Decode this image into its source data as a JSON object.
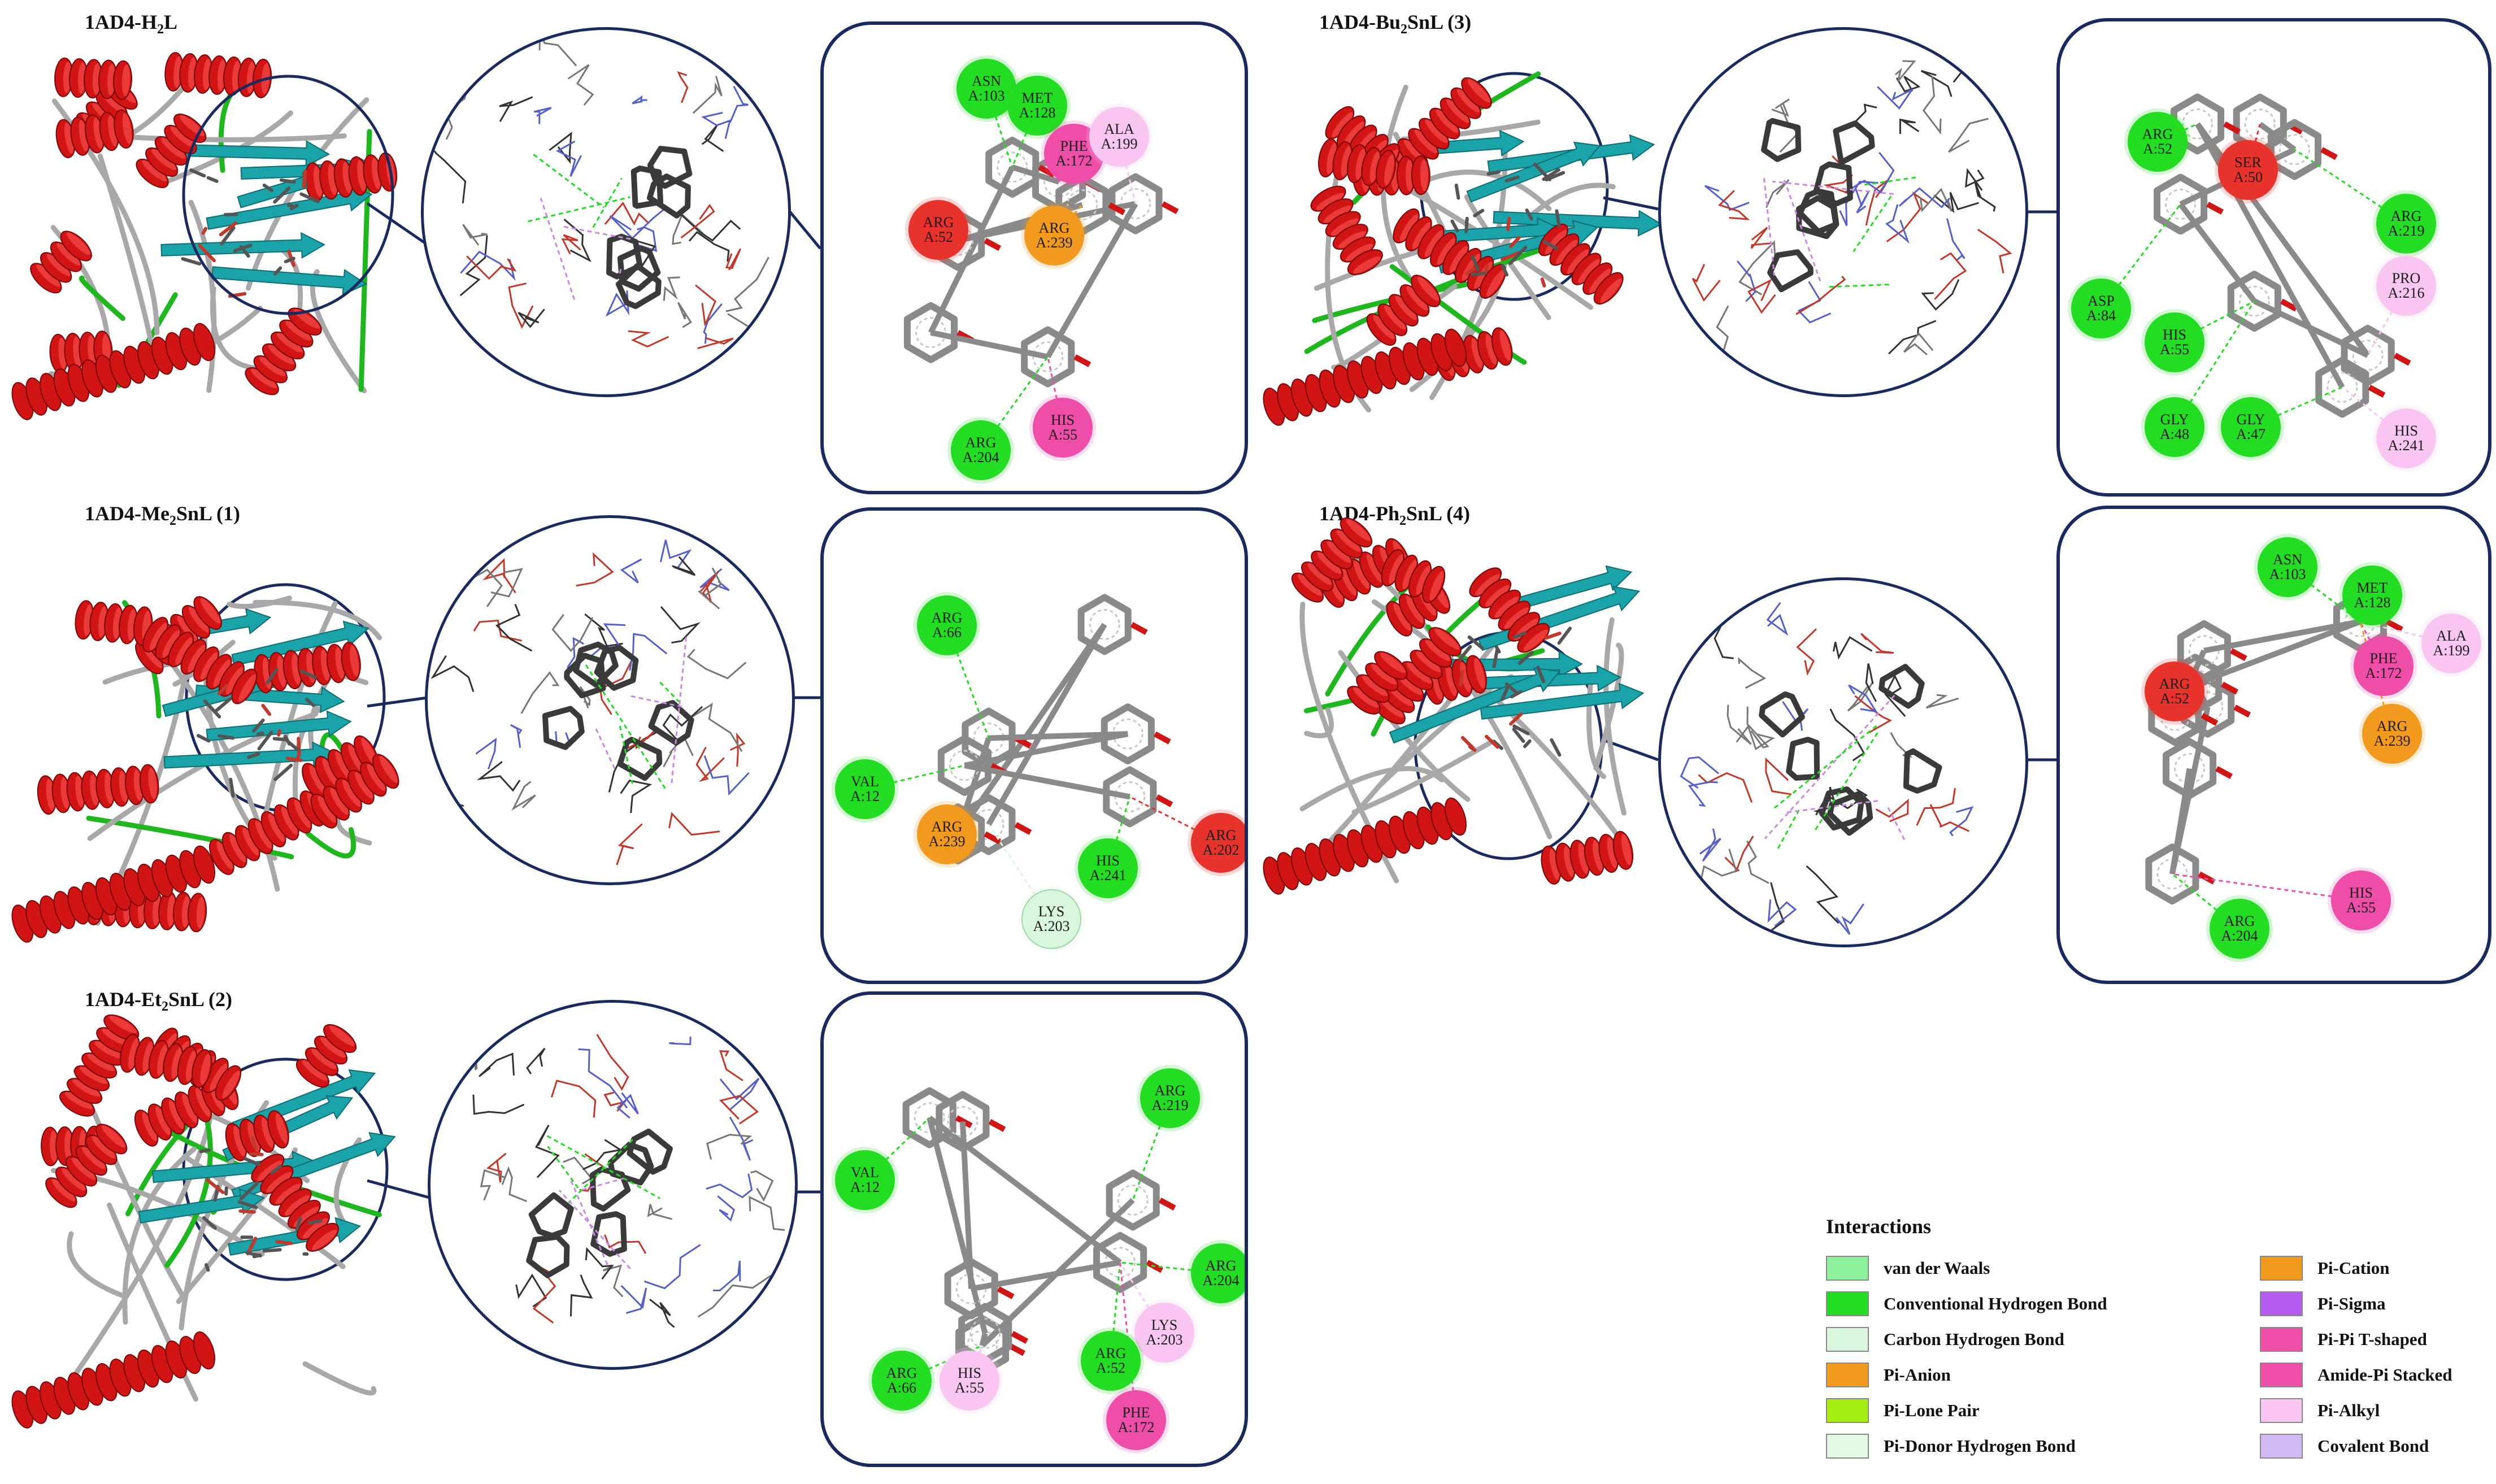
{
  "colors": {
    "conventional_hbond": "#22dd22",
    "van_der_waals": "#8ef29c",
    "carbon_hbond": "#d9f7dc",
    "pi_anion": "#f29a1e",
    "pi_lone_pair": "#a6ee12",
    "pi_donor_hbond": "#e3f9e3",
    "pi_cation": "#f29a1e",
    "pi_sigma": "#b45cf0",
    "pi_pi_tshaped": "#ee4ea8",
    "amide_pi_stacked": "#ee4ea8",
    "pi_alkyl": "#f9c6f2",
    "covalent_bond": "#d3b9f3",
    "unfavorable": "#e8322c",
    "frame": "#1b2a5e",
    "helix": "#d11414",
    "sheet": "#1aa3a8"
  },
  "panels": [
    {
      "title_pre": "1AD4-H",
      "title_sub": "2",
      "title_post": "L",
      "residues": [
        {
          "res": "ASN",
          "id": "A:103",
          "type": "conventional_hbond"
        },
        {
          "res": "MET",
          "id": "A:128",
          "type": "conventional_hbond"
        },
        {
          "res": "PHE",
          "id": "A:172",
          "type": "pi_pi_tshaped"
        },
        {
          "res": "ALA",
          "id": "A:199",
          "type": "pi_alkyl"
        },
        {
          "res": "ARG",
          "id": "A:52",
          "type": "unfavorable"
        },
        {
          "res": "ARG",
          "id": "A:239",
          "type": "pi_cation"
        },
        {
          "res": "HIS",
          "id": "A:55",
          "type": "pi_pi_tshaped"
        },
        {
          "res": "ARG",
          "id": "A:204",
          "type": "conventional_hbond"
        }
      ]
    },
    {
      "title_pre": "1AD4-Bu",
      "title_sub": "2",
      "title_post": "SnL (3)",
      "residues": [
        {
          "res": "ARG",
          "id": "A:52",
          "type": "conventional_hbond"
        },
        {
          "res": "SER",
          "id": "A:50",
          "type": "unfavorable"
        },
        {
          "res": "ARG",
          "id": "A:219",
          "type": "conventional_hbond"
        },
        {
          "res": "ASP",
          "id": "A:84",
          "type": "conventional_hbond"
        },
        {
          "res": "HIS",
          "id": "A:55",
          "type": "conventional_hbond"
        },
        {
          "res": "PRO",
          "id": "A:216",
          "type": "pi_alkyl"
        },
        {
          "res": "GLY",
          "id": "A:48",
          "type": "conventional_hbond"
        },
        {
          "res": "GLY",
          "id": "A:47",
          "type": "conventional_hbond"
        },
        {
          "res": "HIS",
          "id": "A:241",
          "type": "pi_alkyl"
        }
      ]
    },
    {
      "title_pre": "1AD4-Me",
      "title_sub": "2",
      "title_post": "SnL (1)",
      "residues": [
        {
          "res": "ARG",
          "id": "A:66",
          "type": "conventional_hbond"
        },
        {
          "res": "VAL",
          "id": "A:12",
          "type": "conventional_hbond"
        },
        {
          "res": "ARG",
          "id": "A:239",
          "type": "pi_cation"
        },
        {
          "res": "ARG",
          "id": "A:202",
          "type": "unfavorable"
        },
        {
          "res": "HIS",
          "id": "A:241",
          "type": "conventional_hbond"
        },
        {
          "res": "LYS",
          "id": "A:203",
          "type": "carbon_hbond"
        }
      ]
    },
    {
      "title_pre": "1AD4-Ph",
      "title_sub": "2",
      "title_post": "SnL (4)",
      "residues": [
        {
          "res": "ASN",
          "id": "A:103",
          "type": "conventional_hbond"
        },
        {
          "res": "MET",
          "id": "A:128",
          "type": "conventional_hbond"
        },
        {
          "res": "PHE",
          "id": "A:172",
          "type": "pi_pi_tshaped"
        },
        {
          "res": "ALA",
          "id": "A:199",
          "type": "pi_alkyl"
        },
        {
          "res": "ARG",
          "id": "A:52",
          "type": "unfavorable"
        },
        {
          "res": "ARG",
          "id": "A:239",
          "type": "pi_cation"
        },
        {
          "res": "HIS",
          "id": "A:55",
          "type": "pi_pi_tshaped"
        },
        {
          "res": "ARG",
          "id": "A:204",
          "type": "conventional_hbond"
        }
      ]
    },
    {
      "title_pre": "1AD4-Et",
      "title_sub": "2",
      "title_post": "SnL (2)",
      "residues": [
        {
          "res": "ARG",
          "id": "A:219",
          "type": "conventional_hbond"
        },
        {
          "res": "VAL",
          "id": "A:12",
          "type": "conventional_hbond"
        },
        {
          "res": "ARG",
          "id": "A:204",
          "type": "conventional_hbond"
        },
        {
          "res": "LYS",
          "id": "A:203",
          "type": "pi_alkyl"
        },
        {
          "res": "ARG",
          "id": "A:52",
          "type": "conventional_hbond"
        },
        {
          "res": "ARG",
          "id": "A:66",
          "type": "conventional_hbond"
        },
        {
          "res": "HIS",
          "id": "A:55",
          "type": "pi_alkyl"
        },
        {
          "res": "PHE",
          "id": "A:172",
          "type": "pi_pi_tshaped"
        }
      ]
    }
  ],
  "legend": {
    "title": "Interactions",
    "items": [
      {
        "label": "van der Waals",
        "type": "van_der_waals"
      },
      {
        "label": "Conventional Hydrogen Bond",
        "type": "conventional_hbond"
      },
      {
        "label": "Carbon Hydrogen Bond",
        "type": "carbon_hbond"
      },
      {
        "label": "Pi-Anion",
        "type": "pi_anion"
      },
      {
        "label": "Pi-Lone Pair",
        "type": "pi_lone_pair"
      },
      {
        "label": "Pi-Donor Hydrogen Bond",
        "type": "pi_donor_hbond"
      },
      {
        "label": "Pi-Cation",
        "type": "pi_cation"
      },
      {
        "label": "Pi-Sigma",
        "type": "pi_sigma"
      },
      {
        "label": "Pi-Pi T-shaped",
        "type": "pi_pi_tshaped"
      },
      {
        "label": "Amide-Pi Stacked",
        "type": "amide_pi_stacked"
      },
      {
        "label": "Pi-Alkyl",
        "type": "pi_alkyl"
      },
      {
        "label": "Covalent Bond",
        "type": "covalent_bond"
      }
    ]
  }
}
